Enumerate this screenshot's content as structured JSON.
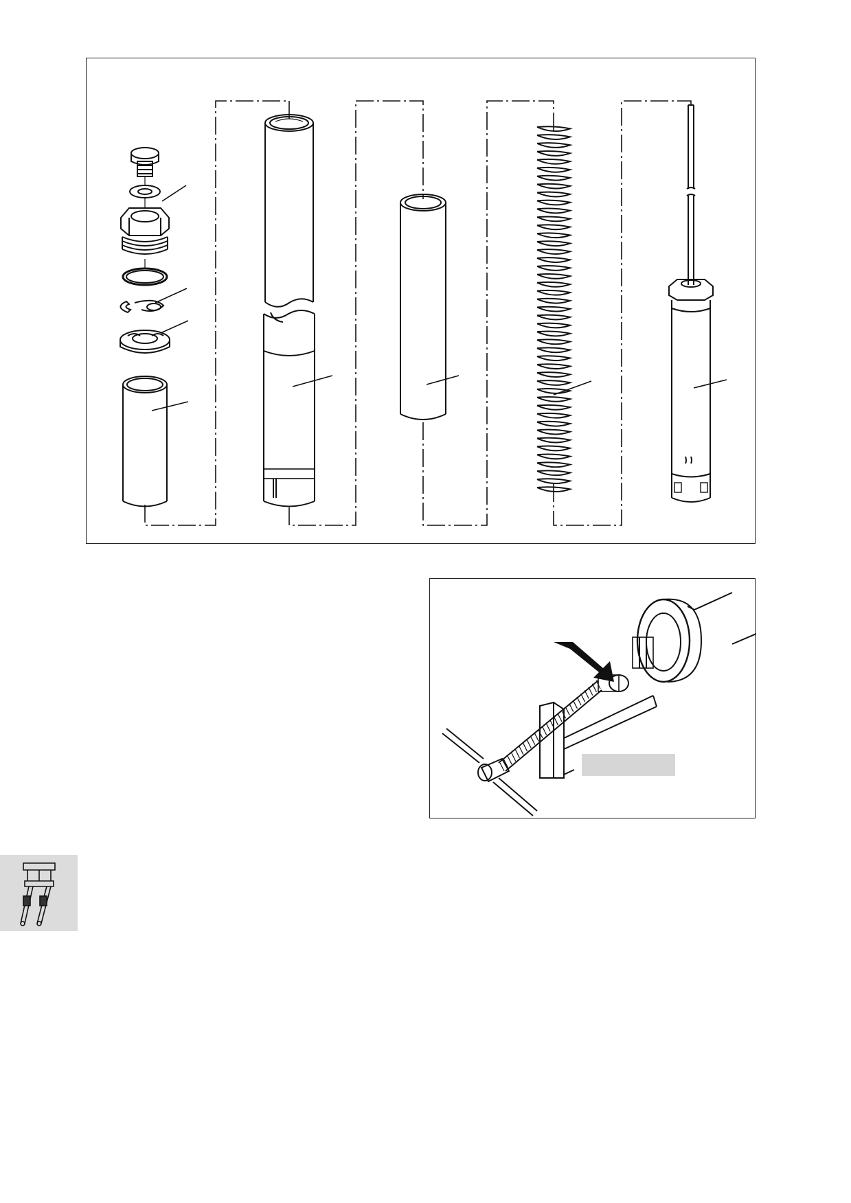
{
  "page": {
    "figures": [
      {
        "id": "exploded-view",
        "kind": "technical-drawing",
        "subject": "fork-leg-components"
      },
      {
        "id": "tool-detail",
        "kind": "technical-drawing",
        "subject": "spring-compressor-tool"
      }
    ],
    "section_icon": "front-fork-icon",
    "colors": {
      "line": "#111111",
      "frame": "#222222",
      "thumb_bg": "#dcdcdc",
      "redaction": "#d6d6d6"
    }
  }
}
